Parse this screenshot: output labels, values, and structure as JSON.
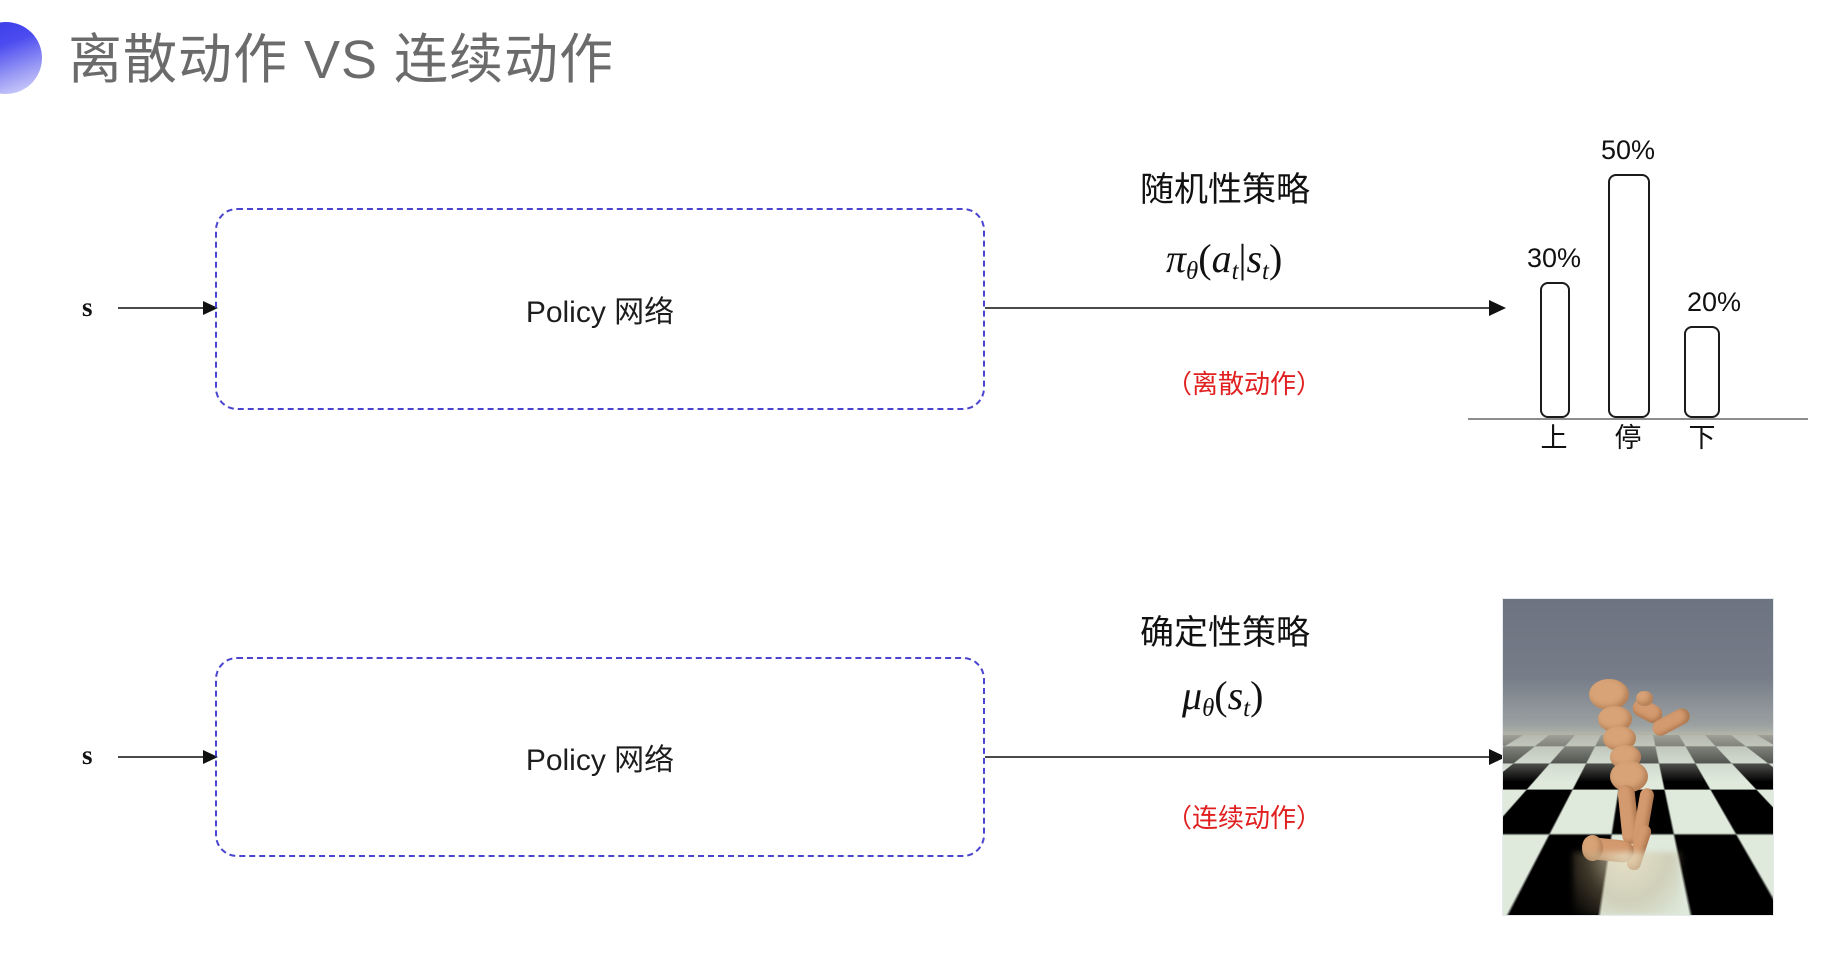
{
  "slide": {
    "title": "离散动作 VS 连续动作",
    "bullet_icon": "half-circle-bullet",
    "accent_color": "#4a44cf",
    "note_color": "#e02020"
  },
  "discrete_row": {
    "input_label": "s",
    "policy_box_label": "Policy 网络",
    "policy_kind": "随机性策略",
    "formula": {
      "head": "π",
      "sub_head": "θ",
      "body_open": "(",
      "arg1": "a",
      "arg1_sub": "t",
      "bar": "|",
      "arg2": "s",
      "arg2_sub": "t",
      "body_close": ")"
    },
    "action_note": "（离散动作）"
  },
  "continuous_row": {
    "input_label": "s",
    "policy_box_label": "Policy 网络",
    "policy_kind": "确定性策略",
    "formula": {
      "head": "μ",
      "sub_head": "θ",
      "body_open": "(",
      "arg1": "s",
      "arg1_sub": "t",
      "body_close": ")"
    },
    "action_note": "（连续动作）",
    "figure_caption": "humanoid-walking-render"
  },
  "chart_data": {
    "type": "bar",
    "categories": [
      "上",
      "停",
      "下"
    ],
    "values": [
      30,
      50,
      20
    ],
    "value_labels": [
      "30%",
      "50%",
      "20%"
    ],
    "title": "",
    "xlabel": "",
    "ylabel": "",
    "ylim": [
      0,
      60
    ],
    "grid": false,
    "legend": "none"
  }
}
